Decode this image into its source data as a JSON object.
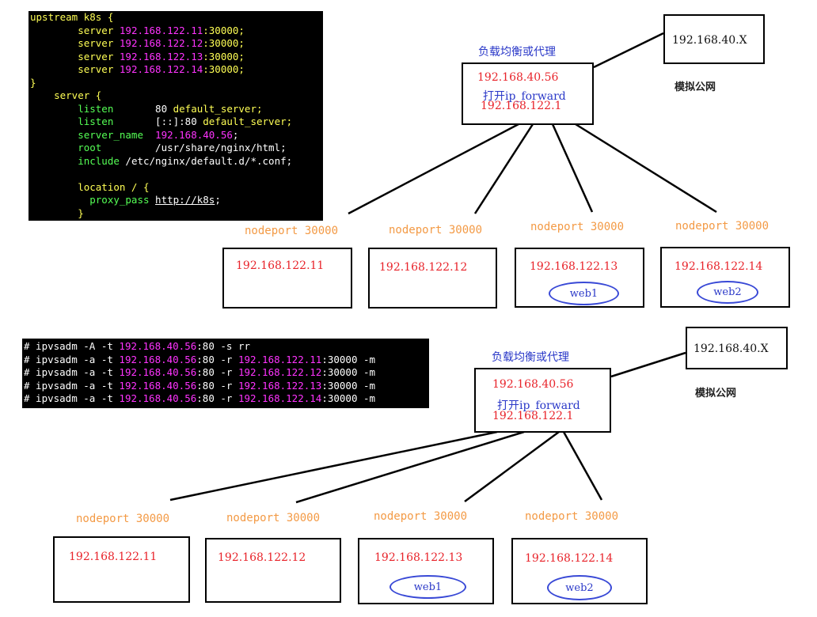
{
  "nginx_config": [
    [
      {
        "t": "upstream k8s {",
        "c": "yellow"
      }
    ],
    [
      {
        "t": "        server ",
        "c": "yellow"
      },
      {
        "t": "192.168.122.11",
        "c": "magenta"
      },
      {
        "t": ":30000;",
        "c": "yellow"
      }
    ],
    [
      {
        "t": "        server ",
        "c": "yellow"
      },
      {
        "t": "192.168.122.12",
        "c": "magenta"
      },
      {
        "t": ":30000;",
        "c": "yellow"
      }
    ],
    [
      {
        "t": "        server ",
        "c": "yellow"
      },
      {
        "t": "192.168.122.13",
        "c": "magenta"
      },
      {
        "t": ":30000;",
        "c": "yellow"
      }
    ],
    [
      {
        "t": "        server ",
        "c": "yellow"
      },
      {
        "t": "192.168.122.14",
        "c": "magenta"
      },
      {
        "t": ":30000;",
        "c": "yellow"
      }
    ],
    [
      {
        "t": "}",
        "c": "yellow"
      }
    ],
    [
      {
        "t": "    server {",
        "c": "yellow"
      }
    ],
    [
      {
        "t": "        listen       ",
        "c": "green"
      },
      {
        "t": "80 ",
        "c": "white"
      },
      {
        "t": "default_server;",
        "c": "yellow"
      }
    ],
    [
      {
        "t": "        listen       ",
        "c": "green"
      },
      {
        "t": "[::]:80 ",
        "c": "white"
      },
      {
        "t": "default_server;",
        "c": "yellow"
      }
    ],
    [
      {
        "t": "        server_name  ",
        "c": "green"
      },
      {
        "t": "192.168.40.56",
        "c": "magenta"
      },
      {
        "t": ";",
        "c": "white"
      }
    ],
    [
      {
        "t": "        root         ",
        "c": "green"
      },
      {
        "t": "/usr/share/nginx/html;",
        "c": "white"
      }
    ],
    [
      {
        "t": "        include ",
        "c": "green"
      },
      {
        "t": "/etc/nginx/default.d/*.conf;",
        "c": "white"
      }
    ],
    [
      {
        "t": "",
        "c": "white"
      }
    ],
    [
      {
        "t": "        location / {",
        "c": "yellow"
      }
    ],
    [
      {
        "t": "          proxy_pass ",
        "c": "green"
      },
      {
        "t": "http://k8s",
        "c": "uline"
      },
      {
        "t": ";",
        "c": "white"
      }
    ],
    [
      {
        "t": "        }",
        "c": "yellow"
      }
    ]
  ],
  "ipvsadm_cmds": [
    [
      {
        "t": "# ipvsadm -A -t ",
        "c": "white"
      },
      {
        "t": "192.168.40.56",
        "c": "magenta"
      },
      {
        "t": ":80 -s rr",
        "c": "white"
      }
    ],
    [
      {
        "t": "# ipvsadm -a -t ",
        "c": "white"
      },
      {
        "t": "192.168.40.56",
        "c": "magenta"
      },
      {
        "t": ":80 -r ",
        "c": "white"
      },
      {
        "t": "192.168.122.11",
        "c": "magenta"
      },
      {
        "t": ":30000 -m",
        "c": "white"
      }
    ],
    [
      {
        "t": "# ipvsadm -a -t ",
        "c": "white"
      },
      {
        "t": "192.168.40.56",
        "c": "magenta"
      },
      {
        "t": ":80 -r ",
        "c": "white"
      },
      {
        "t": "192.168.122.12",
        "c": "magenta"
      },
      {
        "t": ":30000 -m",
        "c": "white"
      }
    ],
    [
      {
        "t": "# ipvsadm -a -t ",
        "c": "white"
      },
      {
        "t": "192.168.40.56",
        "c": "magenta"
      },
      {
        "t": ":80 -r ",
        "c": "white"
      },
      {
        "t": "192.168.122.13",
        "c": "magenta"
      },
      {
        "t": ":30000 -m",
        "c": "white"
      }
    ],
    [
      {
        "t": "# ipvsadm -a -t ",
        "c": "white"
      },
      {
        "t": "192.168.40.56",
        "c": "magenta"
      },
      {
        "t": ":80 -r ",
        "c": "white"
      },
      {
        "t": "192.168.122.14",
        "c": "magenta"
      },
      {
        "t": ":30000 -m",
        "c": "white"
      }
    ]
  ],
  "top_diagram": {
    "lb_heading": "负载均衡或代理",
    "lb_ip": "192.168.40.56",
    "lb_forward": "打开ip_forward",
    "lb_inner_ip": "192.168.122.1",
    "public_ip": "192.168.40.X",
    "public_label": "模拟公网",
    "nodes": [
      {
        "nodeport": "nodeport 30000",
        "ip": "192.168.122.11",
        "pod": ""
      },
      {
        "nodeport": "nodeport 30000",
        "ip": "192.168.122.12",
        "pod": ""
      },
      {
        "nodeport": "nodeport 30000",
        "ip": "192.168.122.13",
        "pod": "web1"
      },
      {
        "nodeport": "nodeport 30000",
        "ip": "192.168.122.14",
        "pod": "web2"
      }
    ]
  },
  "bottom_diagram": {
    "lb_heading": "负载均衡或代理",
    "lb_ip": "192.168.40.56",
    "lb_forward": "打开ip_forward",
    "lb_inner_ip": "192.168.122.1",
    "public_ip": "192.168.40.X",
    "public_label": "模拟公网",
    "nodes": [
      {
        "nodeport": "nodeport 30000",
        "ip": "192.168.122.11",
        "pod": ""
      },
      {
        "nodeport": "nodeport 30000",
        "ip": "192.168.122.12",
        "pod": ""
      },
      {
        "nodeport": "nodeport 30000",
        "ip": "192.168.122.13",
        "pod": "web1"
      },
      {
        "nodeport": "nodeport 30000",
        "ip": "192.168.122.14",
        "pod": "web2"
      }
    ]
  },
  "colors": {
    "ip": "#e8242b",
    "blue": "#2a38c8",
    "nodeport": "#f39a45",
    "terminal_bg": "#000000"
  }
}
